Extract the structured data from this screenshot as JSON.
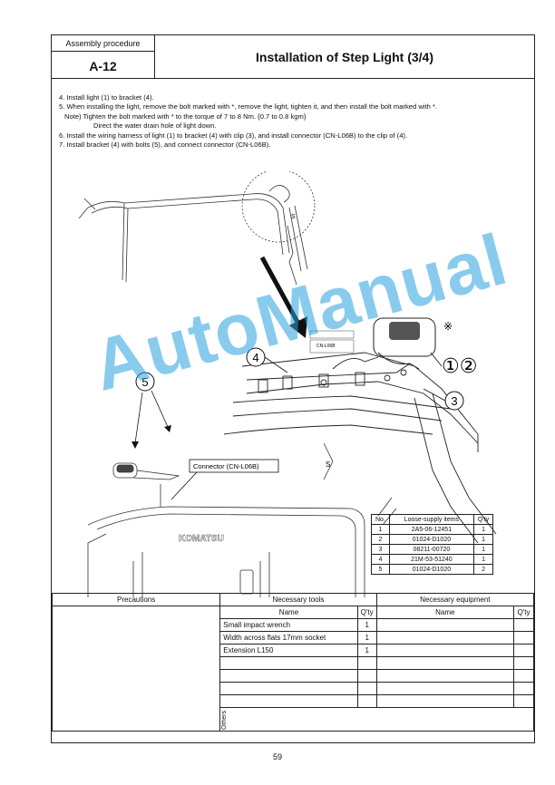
{
  "header": {
    "label": "Assembly procedure",
    "code": "A-12",
    "title": "Installation of Step Light (3/4)"
  },
  "steps": [
    "4. Install light (1) to bracket (4).",
    "5. When installing the light, remove the bolt marked with *, remove the light, tighten it, and then install the bolt marked with *.",
    "Note) Tighten the bolt marked with * to the torque of 7 to 8 Nm. {0.7 to 0.8 kgm}",
    "Direct the water drain hole of light down.",
    "6. Install the wiring harness of light (1) to bracket (4) with clip (3), and install connector (CN-L06B) to the clip of (4).",
    "7. Install bracket (4) with bolts (5), and connect connector (CN-L06B)."
  ],
  "diagram": {
    "callout_4": "4",
    "callout_5": "5",
    "callout_12": "①②",
    "callout_3": "3",
    "asterisk": "※",
    "label_s_top": "S",
    "label_s_mid": "S",
    "connector_label": "Connector (CN-L06B)",
    "cn_label": "CN-L06B",
    "brand": "KOMATSU"
  },
  "parts_table": {
    "headers": [
      "No.",
      "Loose-supply items",
      "Q'ty"
    ],
    "rows": [
      [
        "1",
        "2A5-06-12451",
        "1"
      ],
      [
        "2",
        "01024-D1020",
        "1"
      ],
      [
        "3",
        "08211-00720",
        "1"
      ],
      [
        "4",
        "21M-53-51240",
        "1"
      ],
      [
        "5",
        "01024-D1020",
        "2"
      ]
    ]
  },
  "bottom": {
    "precautions": "Precautions",
    "tools_header": "Necessary tools",
    "equipment_header": "Necessary equipment",
    "name_col": "Name",
    "qty_col": "Q'ty",
    "tools": [
      [
        "Small impact wrench",
        "1"
      ],
      [
        "Width across flats 17mm socket",
        "1"
      ],
      [
        "Extension L150",
        "1"
      ]
    ],
    "others": "Others"
  },
  "watermark": "AutoManual",
  "page_number": "59"
}
